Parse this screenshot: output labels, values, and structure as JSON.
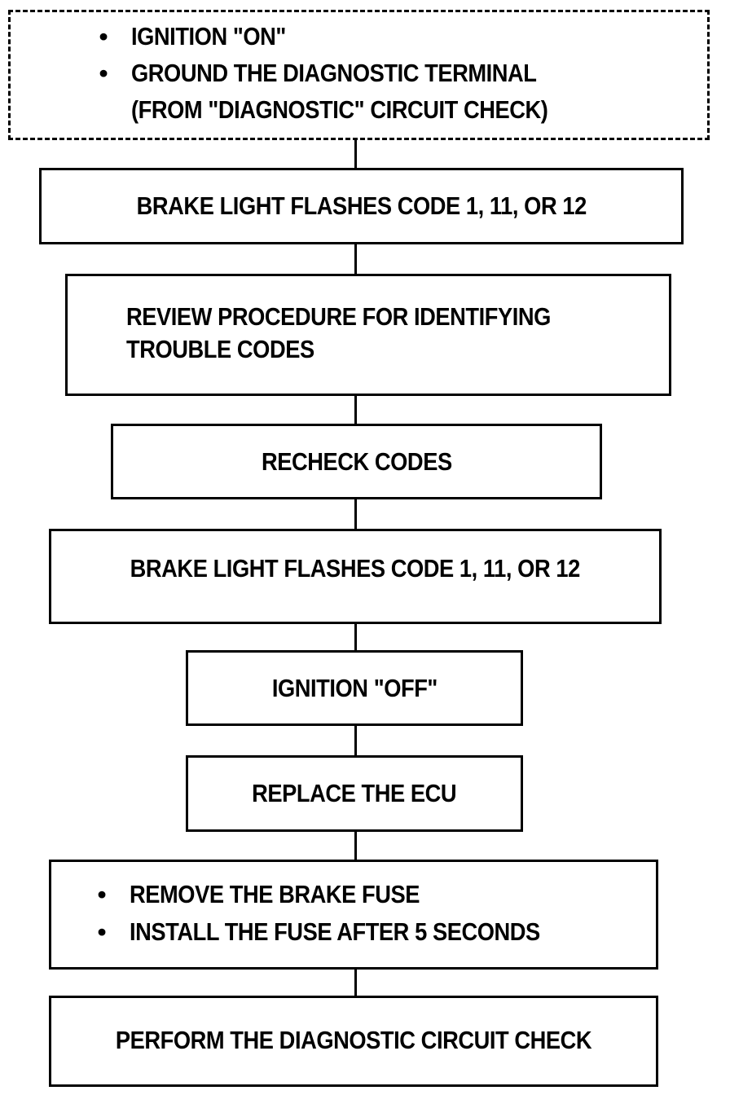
{
  "steps": {
    "start": {
      "items": [
        "IGNITION \"ON\"",
        "GROUND THE DIAGNOSTIC TERMINAL"
      ],
      "continuation": "(FROM \"DIAGNOSTIC\" CIRCUIT CHECK)"
    },
    "flash_1": "BRAKE LIGHT FLASHES CODE 1, 11, OR 12",
    "review_line_1": "REVIEW PROCEDURE FOR IDENTIFYING",
    "review_line_2": "TROUBLE CODES",
    "recheck": "RECHECK CODES",
    "flash_2": "BRAKE LIGHT FLASHES CODE 1, 11, OR 12",
    "ignition_off": "IGNITION \"OFF\"",
    "replace_ecu": "REPLACE THE ECU",
    "fuse": {
      "items": [
        "REMOVE THE BRAKE FUSE",
        "INSTALL THE FUSE AFTER 5 SECONDS"
      ]
    },
    "perform_check": "PERFORM THE DIAGNOSTIC CIRCUIT CHECK"
  },
  "bullet_symbol": "•"
}
